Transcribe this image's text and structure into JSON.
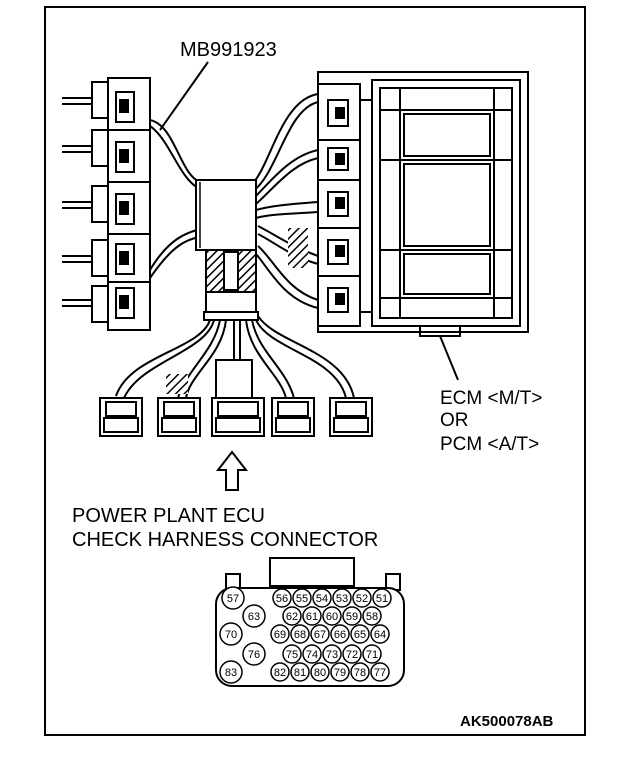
{
  "labels": {
    "tool": "MB991923",
    "ecm_line1": "ECM <M/T>",
    "ecm_line2": "OR",
    "ecm_line3": "PCM <A/T>",
    "check_line1": "POWER PLANT ECU",
    "check_line2": "CHECK HARNESS CONNECTOR",
    "figure_id": "AK500078AB"
  },
  "pins": {
    "row1": [
      "57",
      "56",
      "55",
      "54",
      "53",
      "52",
      "51"
    ],
    "row2": [
      "63",
      "62",
      "61",
      "60",
      "59",
      "58"
    ],
    "row3": [
      "70",
      "69",
      "68",
      "67",
      "66",
      "65",
      "64"
    ],
    "row4": [
      "76",
      "75",
      "74",
      "73",
      "72",
      "71"
    ],
    "row5": [
      "83",
      "82",
      "81",
      "80",
      "79",
      "78",
      "77"
    ]
  }
}
